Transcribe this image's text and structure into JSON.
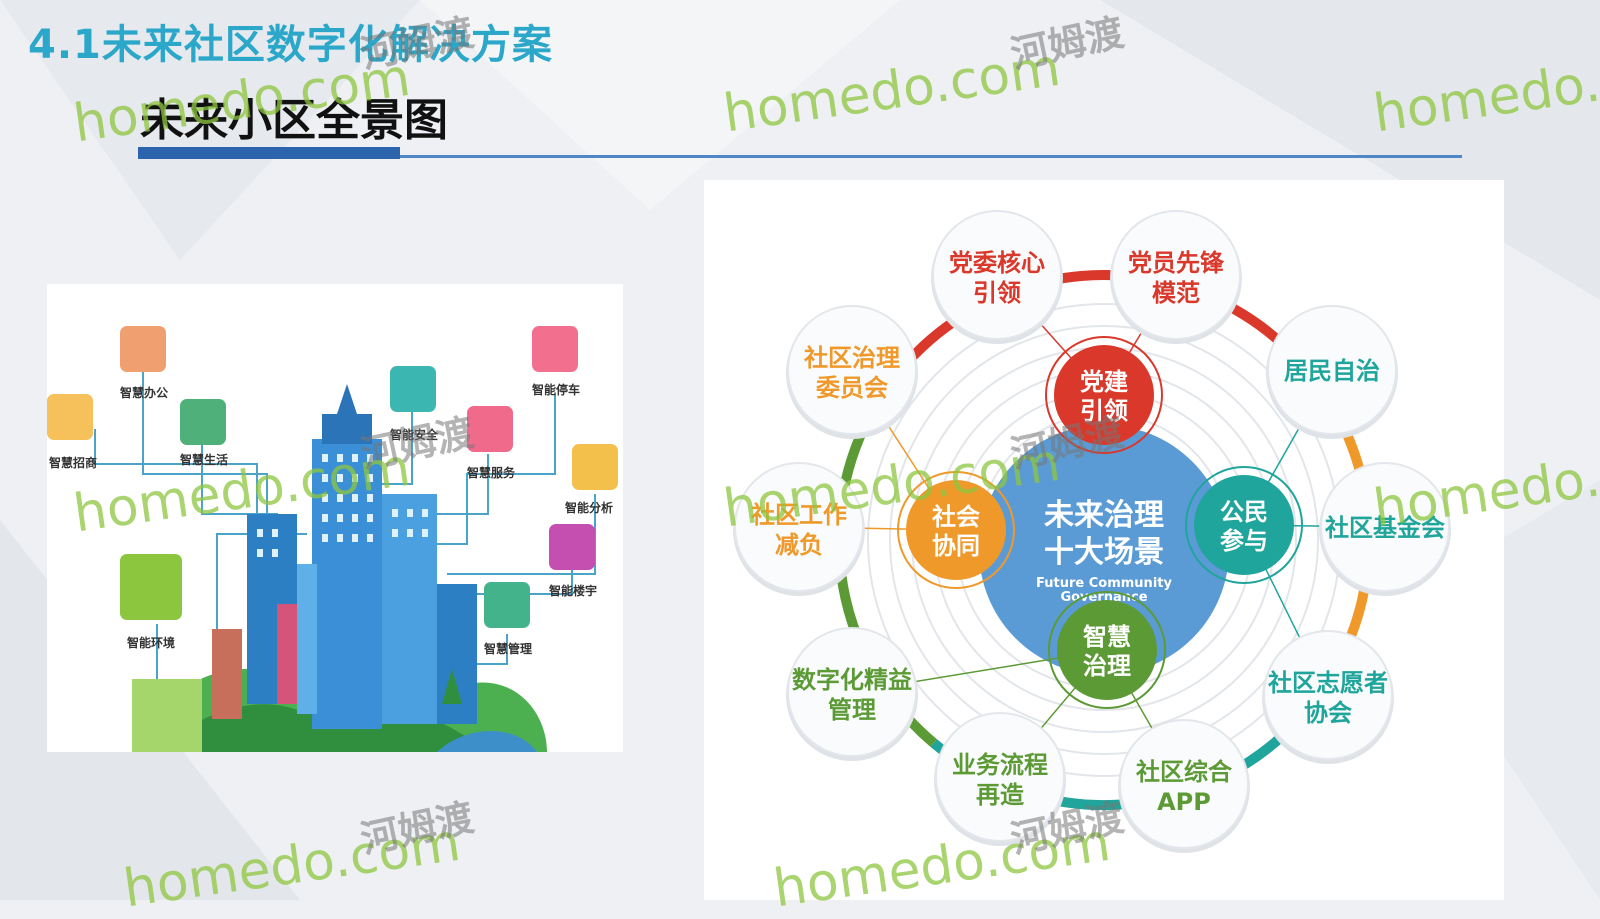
{
  "header": {
    "title": "4.1未来社区数字化解决方案",
    "subtitle": "未来小区全景图"
  },
  "panorama": {
    "icons": [
      {
        "id": "office",
        "label": "智慧办公",
        "color": "#f0a070"
      },
      {
        "id": "investment",
        "label": "智慧招商",
        "color": "#f6c15a"
      },
      {
        "id": "life",
        "label": "智慧生活",
        "color": "#4fb07a"
      },
      {
        "id": "security",
        "label": "智能安全",
        "color": "#3cb6b0"
      },
      {
        "id": "service",
        "label": "智慧服务",
        "color": "#f06a8c"
      },
      {
        "id": "parking",
        "label": "智能停车",
        "color": "#f26f8e"
      },
      {
        "id": "analysis",
        "label": "智能分析",
        "color": "#f4c04c"
      },
      {
        "id": "building",
        "label": "智能楼宇",
        "color": "#c44fb0"
      },
      {
        "id": "management",
        "label": "智慧管理",
        "color": "#42b38a"
      },
      {
        "id": "environment",
        "label": "智能环境",
        "color": "#8cc63f"
      }
    ]
  },
  "governance": {
    "center_title_1": "未来治理",
    "center_title_2": "十大场景",
    "center_en_1": "Future Community",
    "center_en_2": "Governance",
    "pillars": [
      {
        "id": "party",
        "l1": "党建",
        "l2": "引领",
        "color": "#d9382b"
      },
      {
        "id": "social",
        "l1": "社会",
        "l2": "协同",
        "color": "#f0992b"
      },
      {
        "id": "public",
        "l1": "公民",
        "l2": "参与",
        "color": "#1fa59b"
      },
      {
        "id": "smart",
        "l1": "智慧",
        "l2": "治理",
        "color": "#5c9a35"
      }
    ],
    "scenes": [
      {
        "id": "core",
        "l1": "党委核心",
        "l2": "引领",
        "color": "#d9382b"
      },
      {
        "id": "pioneer",
        "l1": "党员先锋",
        "l2": "模范",
        "color": "#d9382b"
      },
      {
        "id": "autonomy",
        "l1": "居民自治",
        "l2": "",
        "color": "#1fa59b"
      },
      {
        "id": "fund",
        "l1": "社区基金会",
        "l2": "",
        "color": "#1fa59b"
      },
      {
        "id": "volunteer",
        "l1": "社区志愿者",
        "l2": "协会",
        "color": "#1fa59b"
      },
      {
        "id": "app",
        "l1": "社区综合",
        "l2": "APP",
        "color": "#5c9a35"
      },
      {
        "id": "process",
        "l1": "业务流程",
        "l2": "再造",
        "color": "#5c9a35"
      },
      {
        "id": "lean",
        "l1": "数字化精益",
        "l2": "管理",
        "color": "#5c9a35"
      },
      {
        "id": "burden",
        "l1": "社区工作",
        "l2": "减负",
        "color": "#f0992b"
      },
      {
        "id": "committee",
        "l1": "社区治理",
        "l2": "委员会",
        "color": "#f0992b"
      }
    ]
  },
  "watermark": {
    "brand": "homedo.com",
    "brand_cn": "河姆渡"
  }
}
